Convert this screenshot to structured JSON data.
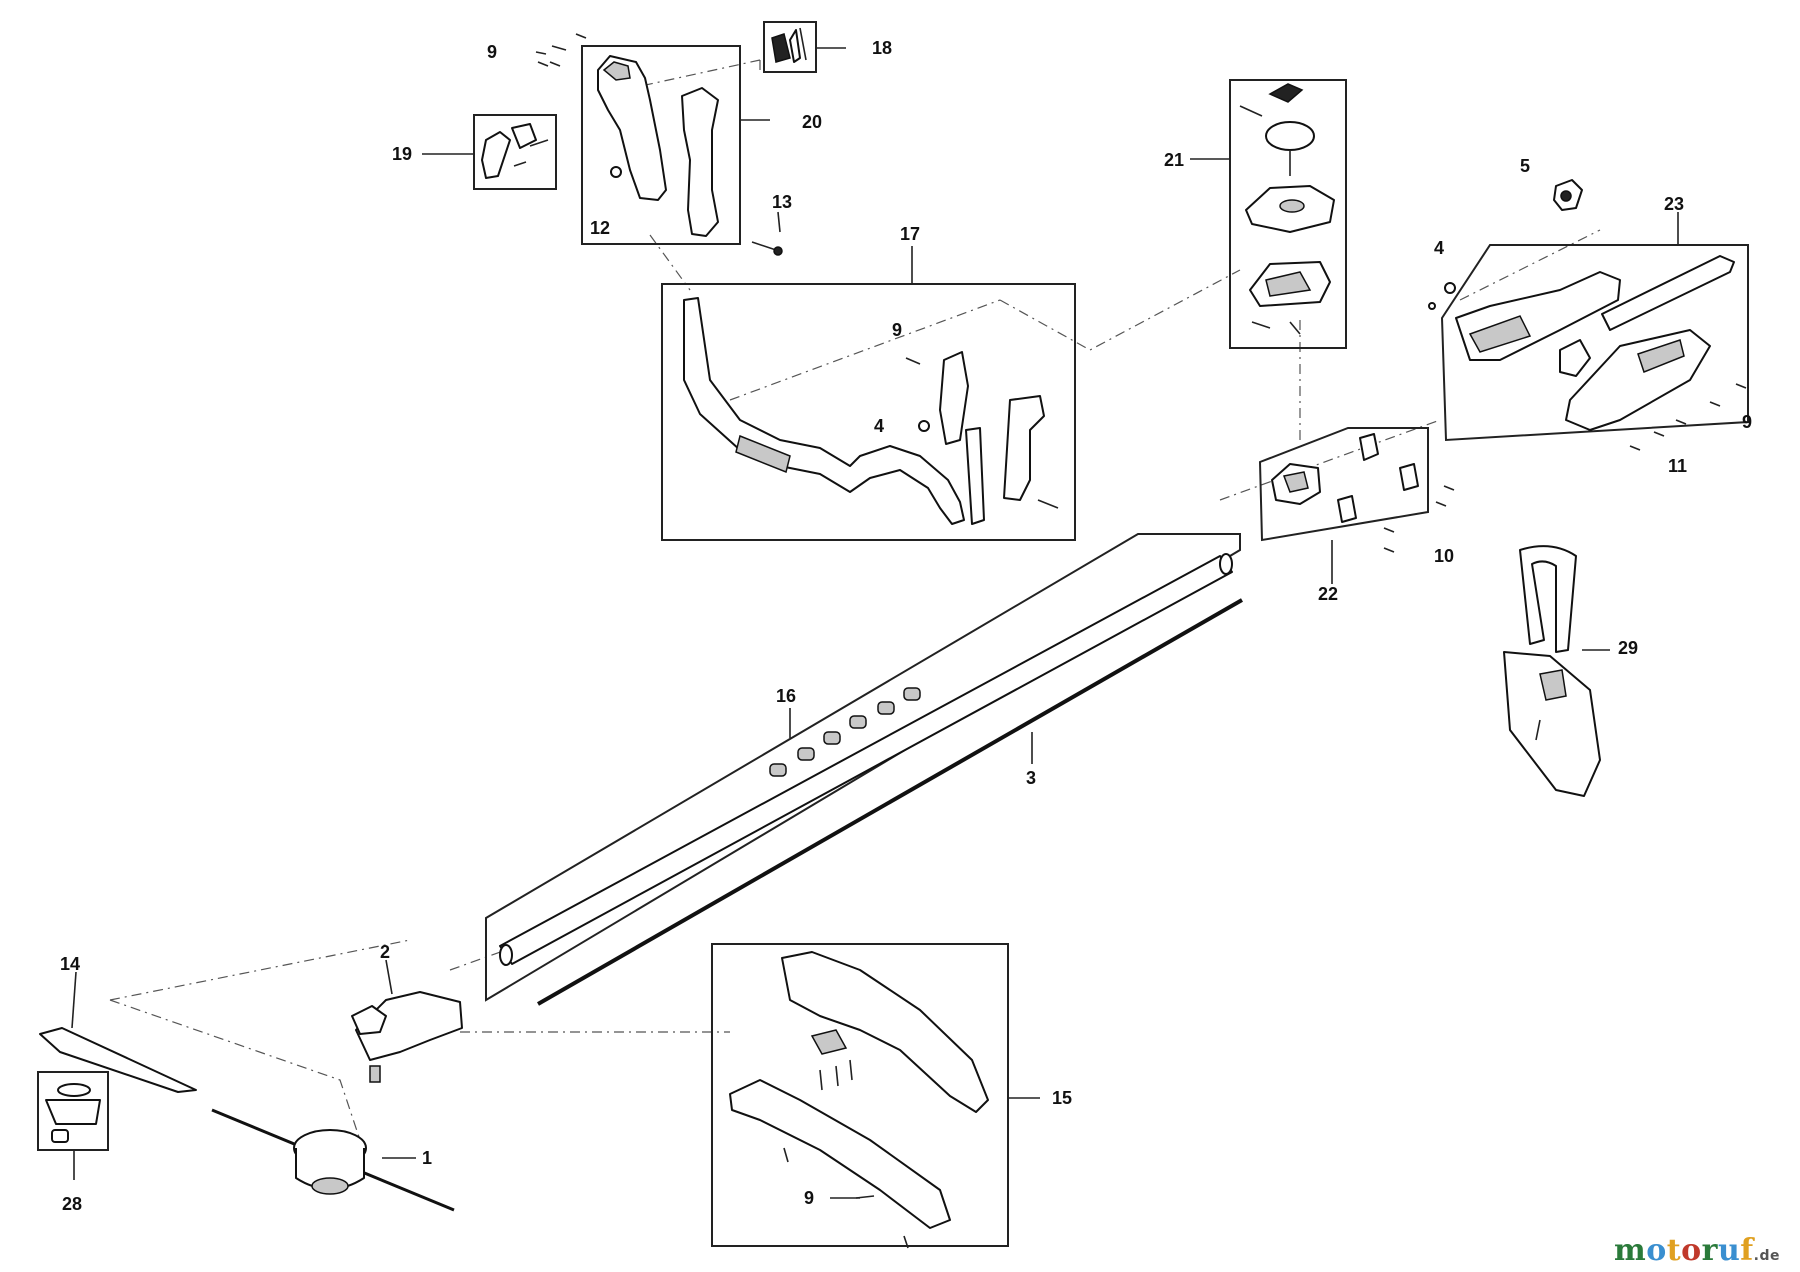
{
  "labels": {
    "p1": "1",
    "p2": "2",
    "p3": "3",
    "p4a": "4",
    "p4b": "4",
    "p5": "5",
    "p9a": "9",
    "p9b": "9",
    "p9c": "9",
    "p9d": "9",
    "p10": "10",
    "p11": "11",
    "p12": "12",
    "p13": "13",
    "p14": "14",
    "p15": "15",
    "p16": "16",
    "p17": "17",
    "p18": "18",
    "p19": "19",
    "p20": "20",
    "p21": "21",
    "p22": "22",
    "p23": "23",
    "p28": "28",
    "p29": "29"
  },
  "brand": {
    "name": "motoruf",
    "tld": ".de",
    "colors": {
      "m": "#2a7a3a",
      "o1": "#3a8fd0",
      "t": "#e0a020",
      "o2": "#c0392b",
      "r": "#2a7a3a",
      "u": "#3a8fd0",
      "f": "#e0a020"
    }
  }
}
